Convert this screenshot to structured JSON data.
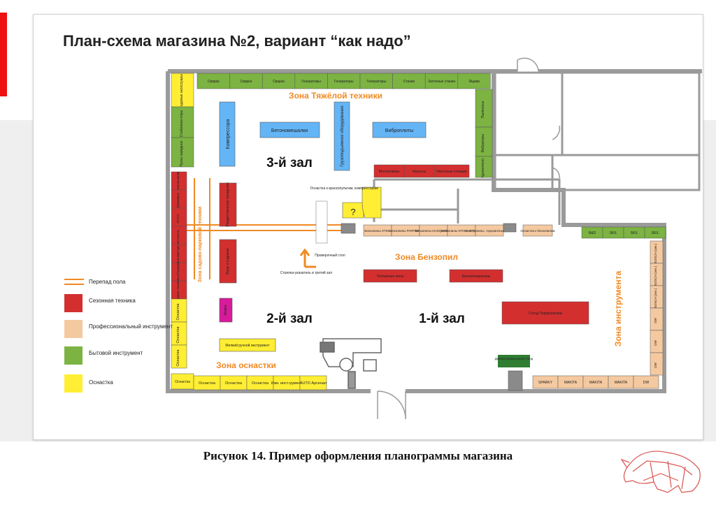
{
  "title": "План-схема магазина №2, вариант “как надо”",
  "caption": "Рисунок 14. Пример оформления планограммы магазина",
  "colors": {
    "red": "#d32f2f",
    "peach": "#f5c9a0",
    "green": "#7cb342",
    "yellow": "#ffee33",
    "blue": "#64b5f6",
    "pink": "#d81b9a",
    "orange": "#f08a24",
    "darkgreen": "#2e7d32"
  },
  "zones": {
    "heavy": "Зона Тяжёлой техники",
    "benzo": "Зона Бензопил",
    "tools": "Зона инструмента",
    "osnastka": "Зона оснастки",
    "garden": "Зона садово-парковой техники"
  },
  "halls": {
    "h1": "1-й зал",
    "h2": "2-й зал",
    "h3": "3-й зал"
  },
  "top_row": [
    "Сварка",
    "Сварка",
    "Сварка",
    "Генераторы",
    "Генераторы",
    "Генераторы",
    "Станки",
    "Заточные станки",
    "Ящики"
  ],
  "right_col_top": [
    "Пылесосы",
    "Вибраторы",
    "Удлинители"
  ],
  "left_col_top": [
    "Садовые аксессуары",
    "Стабилиза-торы",
    "Пуско-зарядное"
  ],
  "left_col_red": [
    "Газонокосилки",
    "Триммеры",
    "STIGA",
    "Мотокосы",
    "Культиваторы",
    "Снегоуборщики",
    "Садовая техника"
  ],
  "left_col_yellow": [
    "Оснастка",
    "Оснастка",
    "Оснастка"
  ],
  "bottom_row": [
    "Оснастка",
    "Оснастка",
    "Оснастка",
    "Оснастка",
    "Изм. инст-румент",
    "AUTO Арсенал"
  ],
  "center_islands": {
    "kompressora": "Компрессора",
    "beton": "Бетономешалки",
    "gruz": "Грузоподъемное оборудование",
    "vibro": "Виброплиты",
    "motopompy": "Мотопомпы",
    "nasosy": "Насосы",
    "nasst": "Насосные станции",
    "rozhd": "Рождественские праздники",
    "bur": "Буры и садовые",
    "moiki": "Мойки",
    "melkiy": "Мелкий ручной инструмент",
    "osn_kras": "Оснастка к краскопультам, компрессорам",
    "question": "?",
    "prov": "Проверочный стол",
    "arrow": "Стрелка-указатель в третий зал"
  },
  "benzo_row": [
    "Бензопилы STIHL",
    "Бензопилы PARTNER",
    "Бензопилы HUSQVARNA",
    "Бензопилы STIGA, ETALON",
    "Электропилы, торцовочные, пилы"
  ],
  "osn_benzo": "Оснастка к бензопилам",
  "tools_top": [
    "B&D",
    "SKIL",
    "SKIL",
    "SKIL"
  ],
  "tools_right": [
    "BOSCH (син.)",
    "BOSCH (зел.)",
    "BOSCH (зел.)",
    "DW",
    "DW",
    "DW"
  ],
  "tools_bottom": [
    "SPARKY",
    "MAKITA",
    "MAKITA",
    "MAKITA",
    "DW"
  ],
  "hall1_islands": {
    "a": "Топливные пилы",
    "b": "Бензогенераторы",
    "c": "Стенд Перфораторы"
  },
  "display": "Демонстрационный стенд",
  "legend": {
    "perepad": "Перепад пола",
    "sezon": "Сезонная техника",
    "prof": "Профессиональный инструмент",
    "byt": "Бытовой инструмент",
    "osn": "Оснастка"
  }
}
